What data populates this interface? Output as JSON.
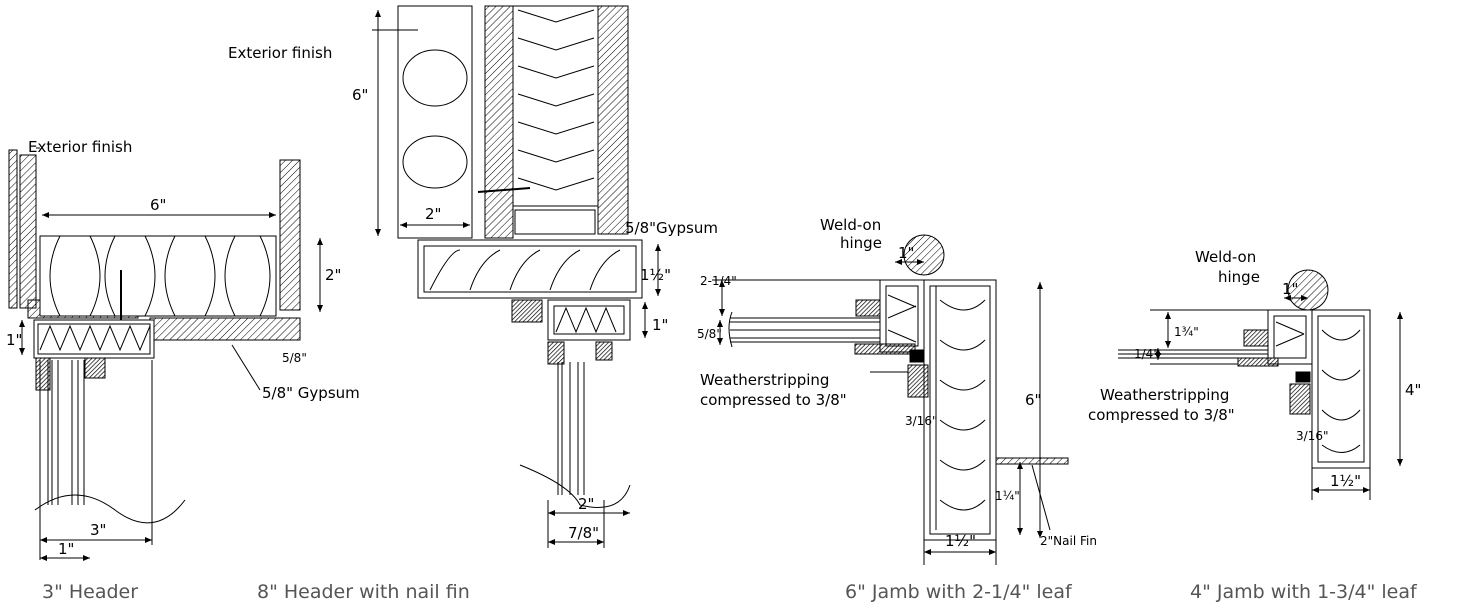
{
  "captions": {
    "header3": "3\" Header",
    "header8": "8\" Header with nail fin",
    "jamb6": "6\" Jamb with 2-1/4\" leaf",
    "jamb4": "4\" Jamb with 1-3/4\" leaf"
  },
  "header3": {
    "exterior_finish": "Exterior finish",
    "gypsum": "5/8\" Gypsum",
    "dim_6": "6\"",
    "dim_2": "2\"",
    "dim_1": "1\"",
    "dim_5_8": "5/8\"",
    "dim_3": "3\"",
    "dim_1_bottom": "1\""
  },
  "header8": {
    "exterior_finish": "Exterior finish",
    "gypsum": "5/8\"Gypsum",
    "dim_6": "6\"",
    "dim_2": "2\"",
    "dim_1_1_2": "1½\"",
    "dim_1": "1\"",
    "dim_2_bottom": "2\"",
    "dim_7_8": "7/8\""
  },
  "jamb6": {
    "weld_on": "Weld-on",
    "hinge": "hinge",
    "dim_1": "1\"",
    "dim_2_1_4": "2-1/4\"",
    "dim_5_8": "5/8\"",
    "weatherstripping": "Weatherstripping",
    "compressed": "compressed to 3/8\"",
    "dim_3_16": "3/16\"",
    "dim_6": "6\"",
    "dim_1_1_4": "1¼\"",
    "dim_1_1_2": "1½\"",
    "nail_fin": "2\"Nail Fin"
  },
  "jamb4": {
    "weld_on": "Weld-on",
    "hinge": "hinge",
    "dim_1": "1\"",
    "dim_1_3_4": "1¾\"",
    "dim_1_4": "1/4\"",
    "weatherstripping": "Weatherstripping",
    "compressed": "compressed to 3/8\"",
    "dim_3_16": "3/16\"",
    "dim_4": "4\"",
    "dim_1_1_2": "1½\""
  }
}
